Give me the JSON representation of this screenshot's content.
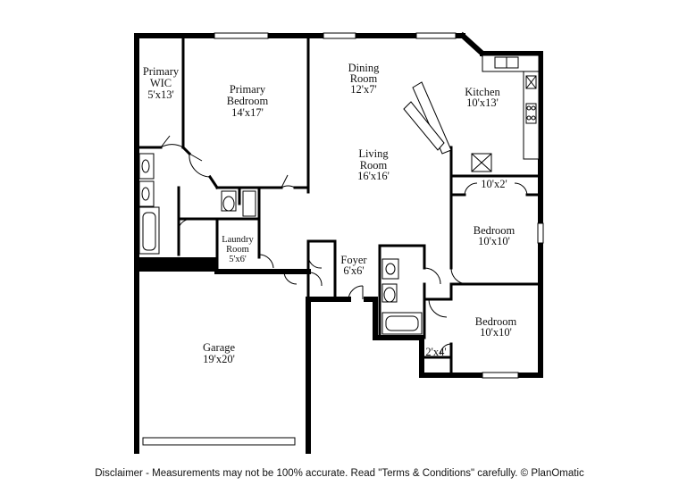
{
  "rooms": {
    "primary_wic": {
      "name_line1": "Primary",
      "name_line2": "WIC",
      "size": "5'x13'"
    },
    "primary_bedroom": {
      "name_line1": "Primary",
      "name_line2": "Bedroom",
      "size": "14'x17'"
    },
    "dining_room": {
      "name_line1": "Dining",
      "name_line2": "Room",
      "size": "12'x7'"
    },
    "kitchen": {
      "name": "Kitchen",
      "size": "10'x13'"
    },
    "living_room": {
      "name_line1": "Living",
      "name_line2": "Room",
      "size": "16'x16'"
    },
    "closet_hall": {
      "size": "10'x2'"
    },
    "bedroom_2": {
      "name": "Bedroom",
      "size": "10'x10'"
    },
    "laundry_room": {
      "name_line1": "Laundry",
      "name_line2": "Room",
      "size": "5'x6'"
    },
    "foyer": {
      "name": "Foyer",
      "size": "6'x6'"
    },
    "bedroom_3": {
      "name": "Bedroom",
      "size": "10'x10'"
    },
    "closet_small": {
      "size": "2'x4'"
    },
    "garage": {
      "name": "Garage",
      "size": "19'x20'"
    }
  },
  "disclaimer": "Disclaimer - Measurements may not be 100% accurate. Read \"Terms & Conditions\" carefully. © PlanOmatic"
}
